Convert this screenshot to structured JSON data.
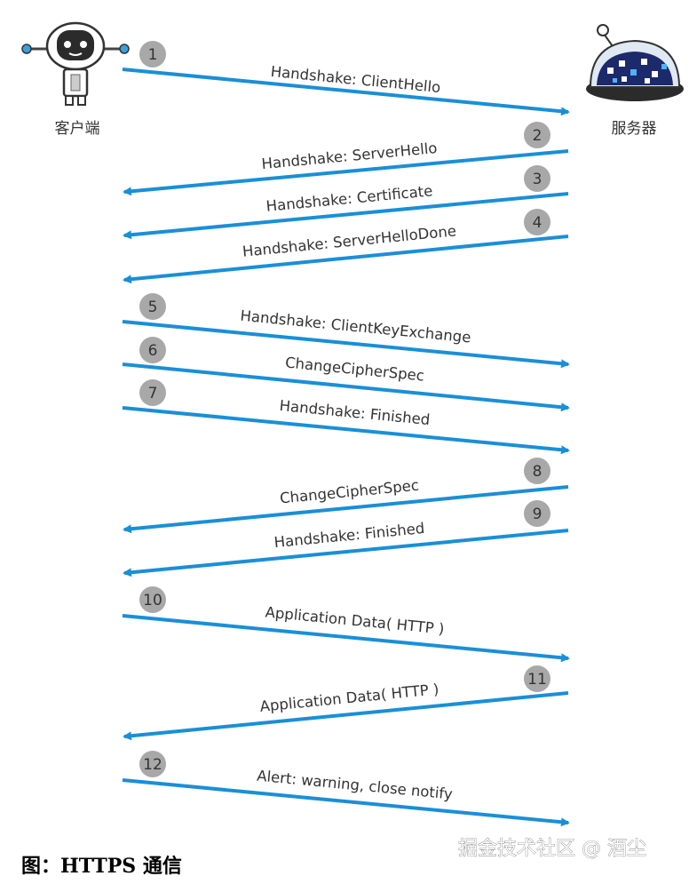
{
  "actors": {
    "client": {
      "label": "客户端",
      "icon": "robot-client-icon"
    },
    "server": {
      "label": "服务器",
      "icon": "server-dome-icon"
    }
  },
  "colors": {
    "arrow": "#1a8fd6",
    "step_circle": "#a8a8a8",
    "text": "#333333"
  },
  "messages": [
    {
      "step": "1",
      "label": "Handshake: ClientHello",
      "direction": "client-to-server"
    },
    {
      "step": "2",
      "label": "Handshake: ServerHello",
      "direction": "server-to-client"
    },
    {
      "step": "3",
      "label": "Handshake: Certificate",
      "direction": "server-to-client"
    },
    {
      "step": "4",
      "label": "Handshake: ServerHelloDone",
      "direction": "server-to-client"
    },
    {
      "step": "5",
      "label": "Handshake: ClientKeyExchange",
      "direction": "client-to-server"
    },
    {
      "step": "6",
      "label": "ChangeCipherSpec",
      "direction": "client-to-server"
    },
    {
      "step": "7",
      "label": "Handshake: Finished",
      "direction": "client-to-server"
    },
    {
      "step": "8",
      "label": "ChangeCipherSpec",
      "direction": "server-to-client"
    },
    {
      "step": "9",
      "label": "Handshake: Finished",
      "direction": "server-to-client"
    },
    {
      "step": "10",
      "label": "Application Data( HTTP )",
      "direction": "client-to-server"
    },
    {
      "step": "11",
      "label": "Application Data( HTTP )",
      "direction": "server-to-client"
    },
    {
      "step": "12",
      "label": "Alert: warning, close notify",
      "direction": "client-to-server"
    }
  ],
  "caption": "图：HTTPS 通信",
  "watermark": "掘金技术社区 @ 酒尘"
}
